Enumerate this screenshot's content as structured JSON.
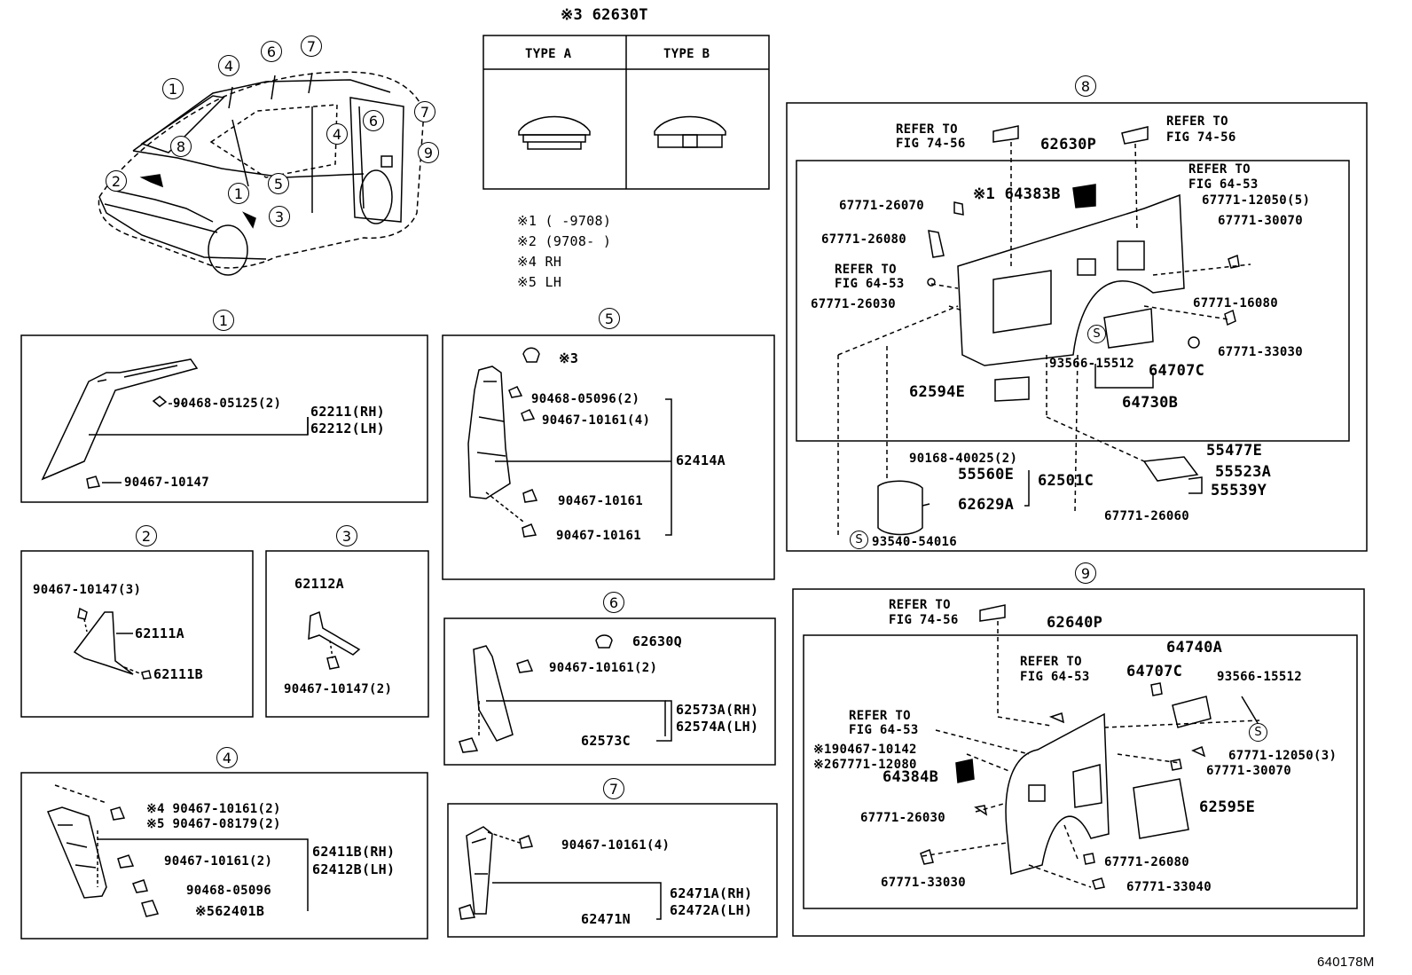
{
  "legend": {
    "type_header": "※3 62630T",
    "type_a": "TYPE A",
    "type_b": "TYPE B",
    "notes": [
      "※1 (     -9708)",
      "※2 (9708-     )",
      "※4 RH",
      "※5 LH"
    ]
  },
  "car_labels": [
    "1",
    "4",
    "6",
    "7",
    "7",
    "6",
    "4",
    "8",
    "9",
    "2",
    "1",
    "5",
    "3"
  ],
  "sections": {
    "s1": {
      "num": "1",
      "parts": [
        "90468-05125(2)",
        "62211(RH)",
        "62212(LH)",
        "90467-10147"
      ]
    },
    "s2": {
      "num": "2",
      "parts": [
        "90467-10147(3)",
        "62111A",
        "62111B"
      ]
    },
    "s3": {
      "num": "3",
      "parts": [
        "62112A",
        "90467-10147(2)"
      ]
    },
    "s4": {
      "num": "4",
      "parts": [
        "※4 90467-10161(2)",
        "※5 90467-08179(2)",
        "90467-10161(2)",
        "62411B(RH)",
        "62412B(LH)",
        "90468-05096",
        "※562401B"
      ]
    },
    "s5": {
      "num": "5",
      "parts": [
        "※3",
        "90468-05096(2)",
        "90467-10161(4)",
        "62414A",
        "90467-10161",
        "90467-10161"
      ]
    },
    "s6": {
      "num": "6",
      "parts": [
        "62630Q",
        "90467-10161(2)",
        "62573A(RH)",
        "62574A(LH)",
        "62573C"
      ]
    },
    "s7": {
      "num": "7",
      "parts": [
        "90467-10161(4)",
        "62471A(RH)",
        "62472A(LH)",
        "62471N"
      ]
    },
    "s8": {
      "num": "8",
      "parts": [
        "REFER TO",
        "FIG 74-56",
        "REFER TO",
        "FIG 74-56",
        "62630P",
        "REFER TO",
        "FIG 64-53",
        "67771-12050(5)",
        "67771-30070",
        "※1 64383B",
        "67771-26070",
        "67771-26080",
        "REFER TO",
        "FIG 64-53",
        "67771-26030",
        "67771-16080",
        "67771-33030",
        "93566-15512",
        "64707C",
        "64730B",
        "62594E",
        "55477E",
        "90168-40025(2)",
        "55560E",
        "62501C",
        "55523A",
        "55539Y",
        "62629A",
        "67771-26060",
        "93540-54016",
        "S",
        "S"
      ]
    },
    "s9": {
      "num": "9",
      "parts": [
        "REFER TO",
        "FIG 74-56",
        "62640P",
        "64740A",
        "REFER TO",
        "FIG 64-53",
        "64707C",
        "93566-15512",
        "REFER TO",
        "FIG 64-53",
        "※190467-10142",
        "※267771-12080",
        "64384B",
        "67771-12050(3)",
        "67771-30070",
        "67771-26030",
        "62595E",
        "67771-26080",
        "67771-33030",
        "67771-33040",
        "S"
      ]
    }
  },
  "figure_code": "640178M"
}
